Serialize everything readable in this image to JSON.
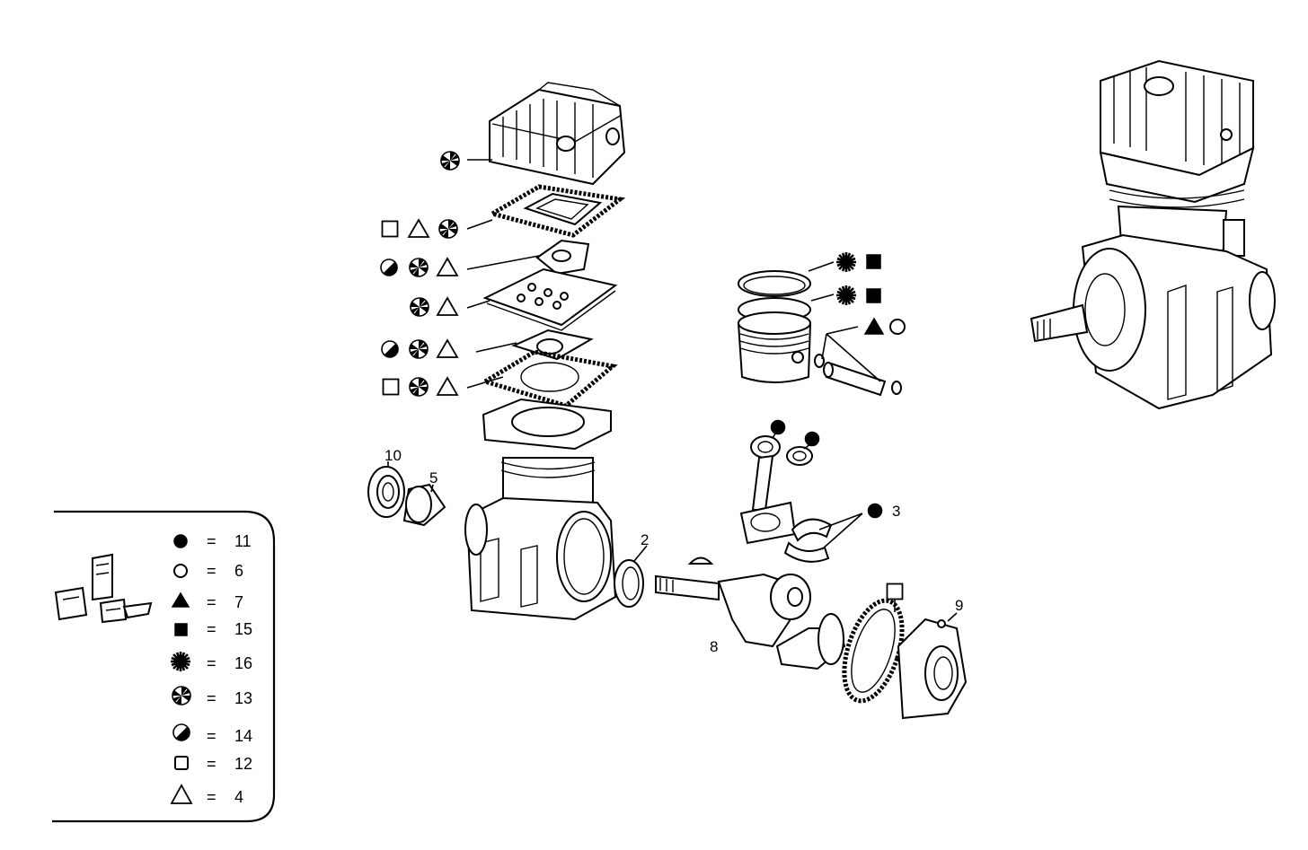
{
  "callouts": {
    "c2": "2",
    "c3": "3",
    "c5": "5",
    "c8": "8",
    "c9": "9",
    "c10": "10"
  },
  "legend": {
    "rows": [
      {
        "symbol": "filled-circle-icon",
        "eq": "=",
        "value": "11"
      },
      {
        "symbol": "hollow-circle-icon",
        "eq": "=",
        "value": "6"
      },
      {
        "symbol": "filled-triangle-icon",
        "eq": "=",
        "value": "7"
      },
      {
        "symbol": "filled-square-icon",
        "eq": "=",
        "value": "15"
      },
      {
        "symbol": "asterisk-icon",
        "eq": "=",
        "value": "16"
      },
      {
        "symbol": "spoked-circle-icon",
        "eq": "=",
        "value": "13"
      },
      {
        "symbol": "half-circle-icon",
        "eq": "=",
        "value": "14"
      },
      {
        "symbol": "hollow-square-icon",
        "eq": "=",
        "value": "12"
      },
      {
        "symbol": "hollow-triangle-icon",
        "eq": "=",
        "value": "4"
      }
    ]
  }
}
